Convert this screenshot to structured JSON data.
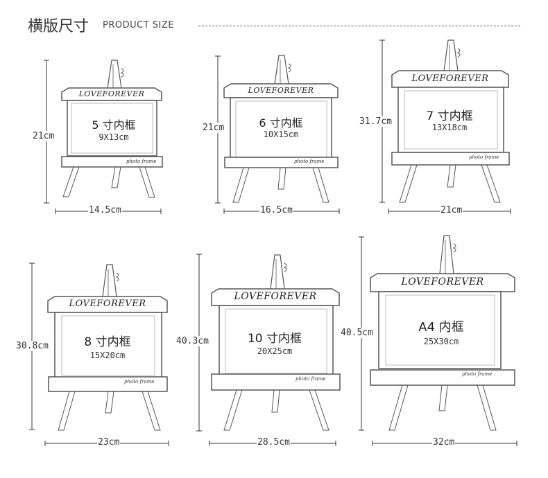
{
  "header": {
    "title_cn": "横版尺寸",
    "title_en": "PRODUCT SIZE"
  },
  "colors": {
    "frame_border": "#555555",
    "mat_border": "#bbbbbb",
    "leg_fill": "#ffffff",
    "ink": "#333333"
  },
  "frames": [
    {
      "brand": "LOVEFOREVER",
      "name": "5 寸内框",
      "dims": "9X13cm",
      "signature": "photo frame",
      "height_label": "21cm",
      "width_label": "14.5cm"
    },
    {
      "brand": "LOVEFOREVER",
      "name": "6 寸内框",
      "dims": "10X15cm",
      "signature": "photo frame",
      "height_label": "21cm",
      "width_label": "16.5cm"
    },
    {
      "brand": "LOVEFOREVER",
      "name": "7 寸内框",
      "dims": "13X18cm",
      "signature": "photo frame",
      "height_label": "31.7cm",
      "width_label": "21cm"
    },
    {
      "brand": "LOVEFOREVER",
      "name": "8 寸内框",
      "dims": "15X20cm",
      "signature": "photo frame",
      "height_label": "30.8cm",
      "width_label": "23cm"
    },
    {
      "brand": "LOVEFOREVER",
      "name": "10 寸内框",
      "dims": "20X25cm",
      "signature": "photo frame",
      "height_label": "40.3cm",
      "width_label": "28.5cm"
    },
    {
      "brand": "LOVEFOREVER",
      "name": "A4 内框",
      "dims": "25X30cm",
      "signature": "photo frame",
      "height_label": "40.5cm",
      "width_label": "32cm"
    }
  ]
}
